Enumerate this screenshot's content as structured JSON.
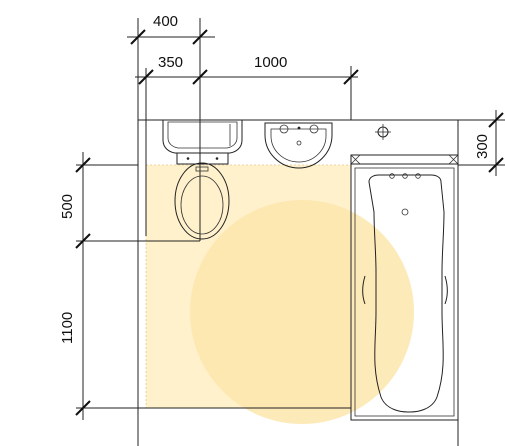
{
  "colors": {
    "clear_zone_fill": "#fff1cc",
    "turning_circle_fill": "#fde6ad",
    "line": "#222222"
  },
  "dimensions": {
    "top_width_1": "400",
    "top_width_2": "350",
    "top_width_3": "1000",
    "right_depth": "300",
    "left_height_1": "500",
    "left_height_2": "1100"
  },
  "fixtures": [
    {
      "name": "wc-toilet",
      "icon": "toilet-icon"
    },
    {
      "name": "washbasin",
      "icon": "basin-icon"
    },
    {
      "name": "bathtub",
      "icon": "bathtub-icon"
    },
    {
      "name": "shelf",
      "icon": "shelf-icon"
    }
  ]
}
